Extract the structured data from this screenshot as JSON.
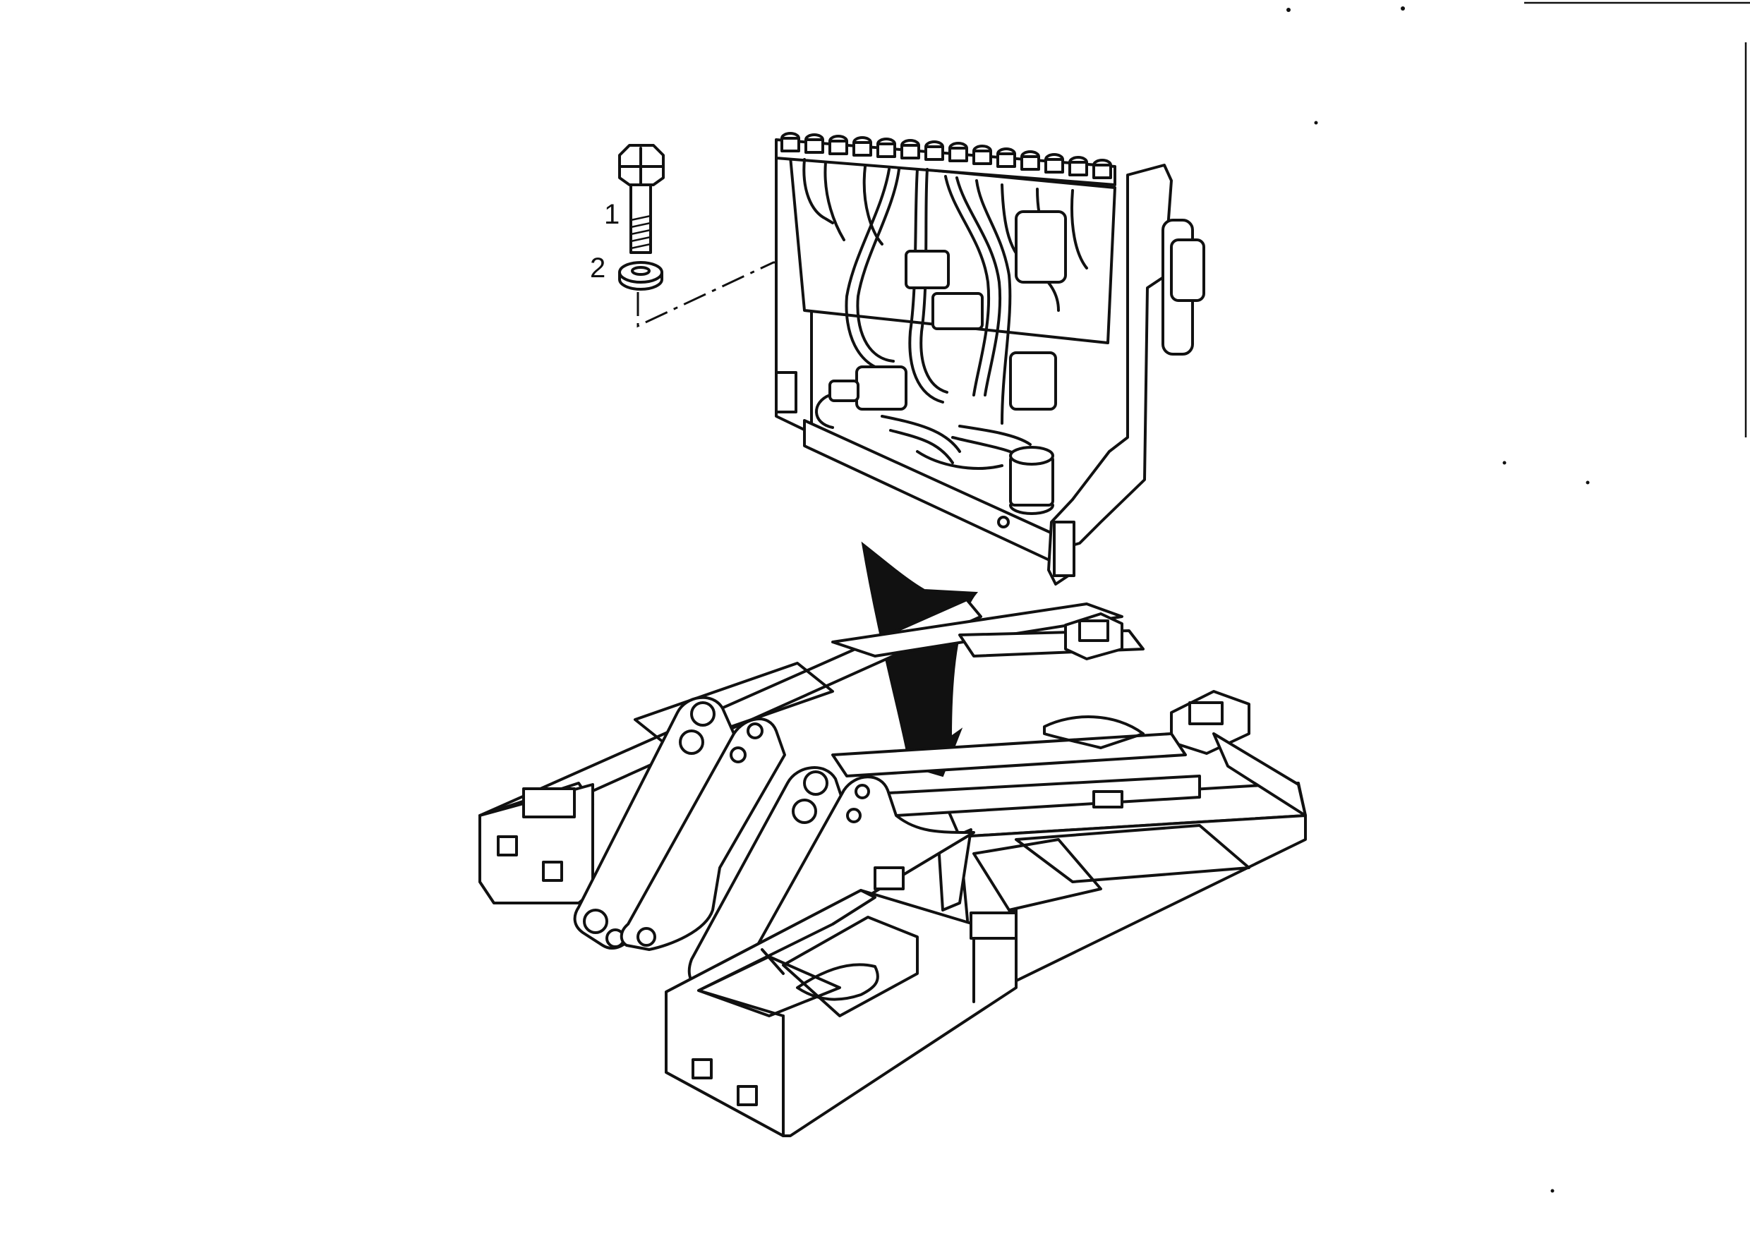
{
  "diagram": {
    "callouts": [
      {
        "number": "1",
        "part": "bolt-icon"
      },
      {
        "number": "2",
        "part": "washer-icon"
      }
    ],
    "components": [
      "hydraulic-control-valve-block",
      "loader-main-frame",
      "assembly-arrow"
    ],
    "line_color": "#111111",
    "background": "#ffffff"
  }
}
